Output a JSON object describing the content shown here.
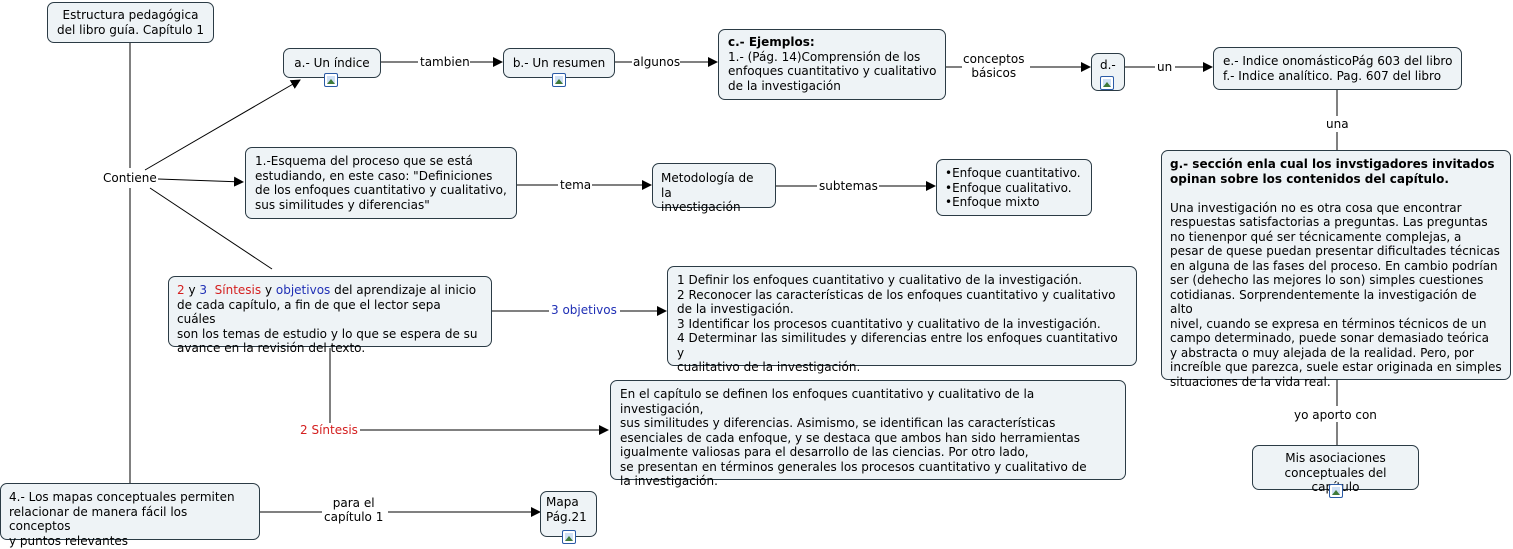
{
  "nodes": {
    "root": {
      "line1": "Estructura pedagógica",
      "line2": "del libro guía. Capítulo 1"
    },
    "indice": {
      "text": "a.- Un índice"
    },
    "resumen": {
      "text": "b.- Un resumen"
    },
    "ejemplos": {
      "title": "c.- Ejemplos:",
      "line1": "1.- (Pág. 14)Comprensión de los",
      "line2": "enfoques cuantitativo y cualitativo",
      "line3": "de la investigación"
    },
    "d": {
      "text": "d.-"
    },
    "e": {
      "line1": "e.- Indice onomásticoPág 603 del libro",
      "line2": "f.- Indice analítico. Pag. 607 del libro"
    },
    "esquema": {
      "line1": "1.-Esquema del proceso que se está",
      "line2": "estudiando, en este caso: \"Definiciones",
      "line3": "de los enfoques cuantitativo y cualitativo,",
      "line4": "sus similitudes y diferencias\""
    },
    "metodologia": {
      "line1": "Metodología de la",
      "line2": "investigación"
    },
    "enfoques": {
      "items": [
        "Enfoque cuantitativo.",
        "Enfoque cualitativo.",
        "Enfoque mixto"
      ]
    },
    "sintesis_obj": {
      "num2": "2",
      "y1": " y ",
      "num3": "3",
      "sintesis": "Síntesis",
      "y2": " y ",
      "objetivos": "objetivos",
      "rest1": " del aprendizaje al inicio",
      "line2": "de cada capítulo, a fin de que el lector sepa cuáles",
      "line3": "son los temas de estudio y lo que se espera de su",
      "line4": "avance en la revisión del texto."
    },
    "objetivos": {
      "lines": [
        "1 Definir los enfoques cuantitativo y cualitativo de la investigación.",
        "2 Reconocer las características de los enfoques cuantitativo y cualitativo",
        "de la investigación.",
        "3 Identificar los procesos cuantitativo y cualitativo de la investigación.",
        "4 Determinar las similitudes y diferencias entre los enfoques cuantitativo y",
        "cualitativo de la investigación."
      ]
    },
    "sintesis_text": {
      "lines": [
        "En el capítulo se definen los enfoques cuantitativo y cualitativo de la investigación,",
        "sus similitudes y diferencias. Asimismo, se identifican las características",
        "esenciales de cada enfoque, y se destaca que ambos han sido herramientas",
        "igualmente valiosas para el desarrollo de las ciencias. Por otro lado,",
        "se presentan en términos generales los procesos cuantitativo y cualitativo de",
        "la investigación."
      ]
    },
    "mapas": {
      "line1": "4.- Los mapas conceptuales permiten",
      "line2": "relacionar de manera fácil los conceptos",
      "line3": "y puntos relevantes"
    },
    "mapa21": {
      "line1": "Mapa",
      "line2": "Pág.21"
    },
    "g": {
      "title1": "g.- sección enla cual los invstigadores invitados",
      "title2": "opinan sobre los contenidos del capítulo.",
      "lines": [
        "Una investigación no es otra cosa que encontrar",
        "respuestas satisfactorias a preguntas. Las preguntas",
        "no tienenpor qué ser técnicamente complejas, a",
        "pesar de quese puedan presentar dificultades técnicas",
        "en alguna de las fases del proceso. En cambio podrían",
        "ser (dehecho las mejores lo son) simples cuestiones",
        "cotidianas. Sorprendentemente la investigación de alto",
        "nivel, cuando se expresa en términos técnicos de un",
        "campo determinado, puede sonar demasiado teórica",
        "y abstracta o muy alejada de la realidad. Pero, por",
        "increíble que parezca, suele estar originada en simples",
        "situaciones de la vida real."
      ]
    },
    "asociaciones": {
      "line1": "Mis asociaciones",
      "line2": "conceptuales del capítulo"
    }
  },
  "links": {
    "contiene": "Contiene",
    "tambien": "tambien",
    "algunos": "algunos",
    "conceptos1": "conceptos",
    "conceptos2": "básicos",
    "un": "un",
    "una": "una",
    "tema": "tema",
    "subtemas": "subtemas",
    "tres_obj": "3 objetivos",
    "dos_sint": "2 Síntesis",
    "para1": "para el",
    "para2": "capítulo 1",
    "yo_aporto": "yo aporto con"
  },
  "colors": {
    "node_fill": "#eef3f6",
    "node_border": "#2b3b45",
    "red": "#d42020",
    "blue": "#1f2fb5"
  },
  "icons": [
    "image-icon"
  ]
}
